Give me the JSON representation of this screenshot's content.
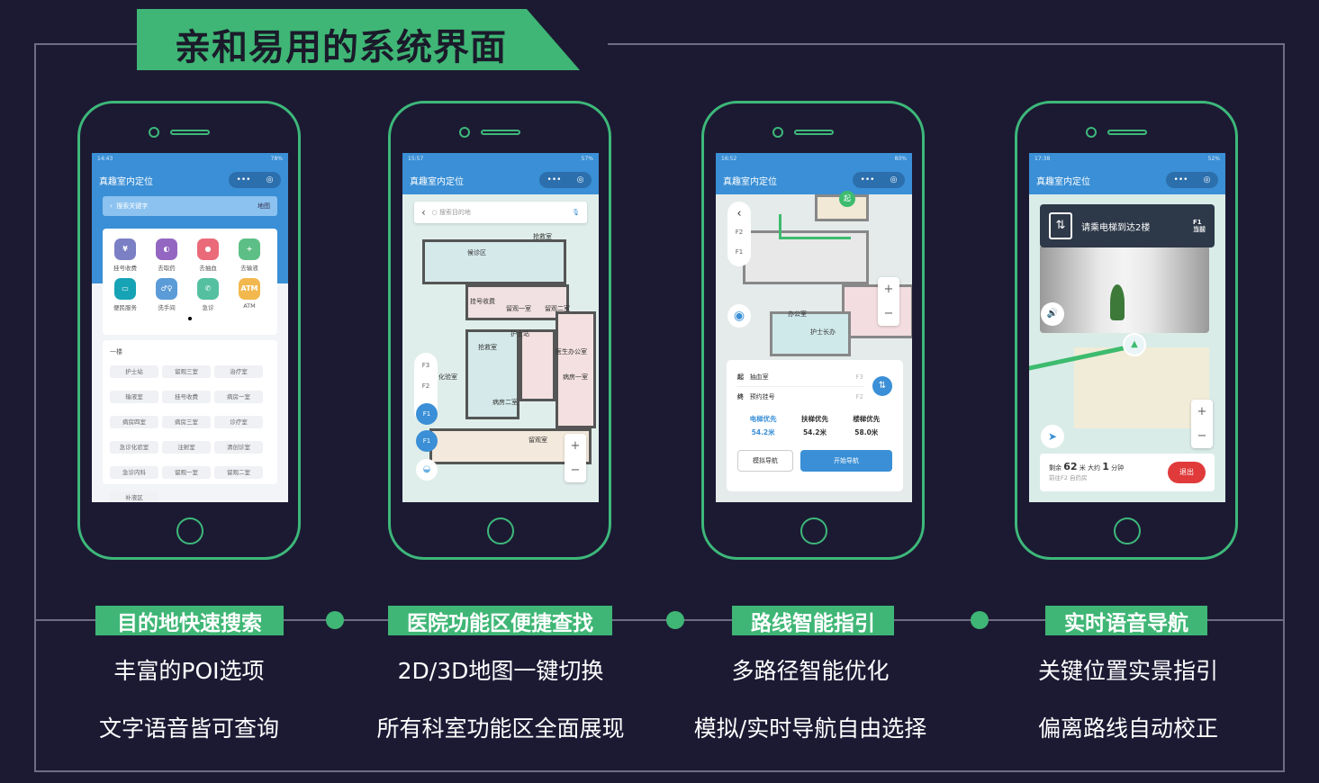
{
  "title": "亲和易用的系统界面",
  "app_title": "真趣室内定位",
  "capsule": {
    "more": "•••",
    "target": "◎"
  },
  "features": [
    {
      "label": "目的地快速搜索",
      "lines": [
        "丰富的POI选项",
        "文字语音皆可查询"
      ]
    },
    {
      "label": "医院功能区便捷查找",
      "lines": [
        "2D/3D地图一键切换",
        "所有科室功能区全面展现"
      ]
    },
    {
      "label": "路线智能指引",
      "lines": [
        "多路径智能优化",
        "模拟/实时导航自由选择"
      ]
    },
    {
      "label": "实时语音导航",
      "lines": [
        "关键位置实景指引",
        "偏离路线自动校正"
      ]
    }
  ],
  "phone1": {
    "time": "14:43",
    "battery": "78%",
    "search_placeholder": "搜索关键字",
    "map_link": "地图",
    "pois": [
      {
        "label": "挂号收费",
        "color": "#7b7fc4"
      },
      {
        "label": "去取药",
        "color": "#9367c1"
      },
      {
        "label": "去抽血",
        "color": "#ea6a7a"
      },
      {
        "label": "去输液",
        "color": "#5dbf86"
      },
      {
        "label": "便民服务",
        "color": "#16a3b5"
      },
      {
        "label": "洗手间",
        "color": "#5b9bd8"
      },
      {
        "label": "急诊",
        "color": "#55c0a0"
      },
      {
        "label": "ATM",
        "color": "#f2b84e"
      }
    ],
    "floor": "一楼",
    "rooms": [
      "护士站",
      "留观三室",
      "治疗室",
      "输液室",
      "挂号收费",
      "病房一室",
      "病房四室",
      "病房三室",
      "诊疗室",
      "急诊化验室",
      "注射室",
      "清创诊室",
      "急诊内科",
      "留观一室",
      "留观二室",
      "补液区"
    ]
  },
  "phone2": {
    "time": "15:57",
    "battery": "57%",
    "search_placeholder": "搜索目的地",
    "floors": [
      "F3",
      "F2",
      "F1"
    ],
    "current_floor": "F1",
    "map_labels": [
      "抢救室",
      "候诊区",
      "挂号收费",
      "留观一室",
      "留观二室",
      "护士站",
      "抢救室",
      "医生办公室",
      "病房一室",
      "病房二室",
      "化验室",
      "留观室"
    ]
  },
  "phone3": {
    "time": "16:52",
    "battery": "80%",
    "floors": [
      "F2",
      "F1"
    ],
    "start_marker": "起",
    "start_label": "起",
    "start": "抽血室",
    "start_floor": "F3",
    "end_label": "终",
    "end": "预约挂号",
    "end_floor": "F2",
    "options": [
      {
        "name": "电梯优先",
        "dist": "54.2米"
      },
      {
        "name": "扶梯优先",
        "dist": "54.2米"
      },
      {
        "name": "楼梯优先",
        "dist": "58.0米"
      }
    ],
    "simulate": "模拟导航",
    "start_nav": "开始导航",
    "map_labels": [
      "护士长办",
      "办公室"
    ]
  },
  "phone4": {
    "time": "17:38",
    "battery": "52%",
    "instruction": "请乘电梯到达2楼",
    "floor": "F1",
    "floor_sub": "当前",
    "remain_prefix": "剩余",
    "remain_dist": "62",
    "unit_m": "米 大约",
    "remain_time": "1",
    "unit_min": "分钟",
    "next": "前往F2 自药房",
    "exit": "退出"
  }
}
